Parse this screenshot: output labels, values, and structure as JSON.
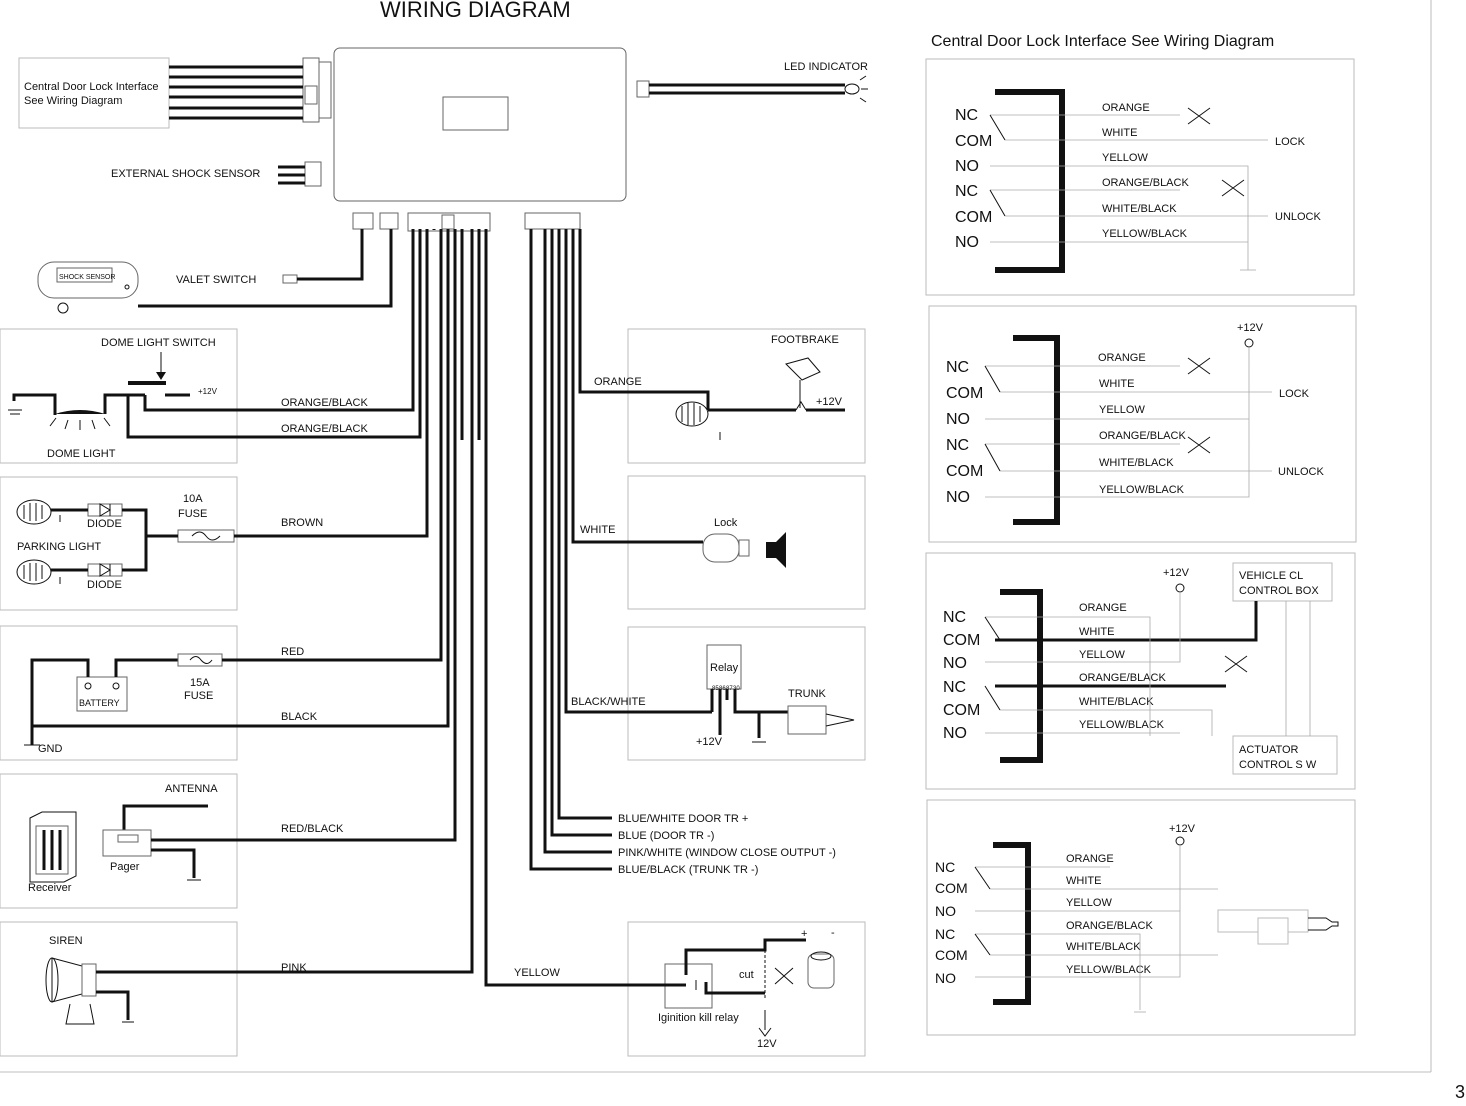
{
  "title": "WIRING DIAGRAM",
  "page_number": "3",
  "right_heading": "Central Door Lock Interface  See Wiring Diagram",
  "main_unit": {
    "cdl_box": [
      "Central Door Lock Interface",
      "See Wiring Diagram"
    ],
    "led": "LED INDICATOR",
    "ext_shock": "EXTERNAL SHOCK SENSOR",
    "shock_sensor": "SHOCK SENSOR",
    "valet": "VALET SWITCH"
  },
  "dome": {
    "switch": "DOME LIGHT SWITCH",
    "v12": "+12V",
    "light": "DOME LIGHT",
    "w1": "ORANGE/BLACK",
    "w2": "ORANGE/BLACK"
  },
  "parking": {
    "diode1": "DIODE",
    "diode2": "DIODE",
    "fuse": [
      "10A",
      "FUSE"
    ],
    "label": "PARKING LIGHT",
    "wire": "BROWN"
  },
  "battery": {
    "label": "BATTERY",
    "fuse": [
      "15A",
      "FUSE"
    ],
    "gnd": "GND",
    "w1": "RED",
    "w2": "BLACK"
  },
  "pager": {
    "antenna": "ANTENNA",
    "pager": "Pager",
    "receiver": "Receiver",
    "wire": "RED/BLACK"
  },
  "siren": {
    "label": "SIREN",
    "wire": "PINK"
  },
  "footbrake": {
    "label": "FOOTBRAKE",
    "wire": "ORANGE",
    "v12": "+12V"
  },
  "lock": {
    "label": "Lock",
    "wire": "WHITE"
  },
  "trunk": {
    "relay": "Relay",
    "trunk": "TRUNK",
    "wire": "BLACK/WHITE",
    "v12": "+12V",
    "pins": [
      "85",
      "86",
      "87",
      "30"
    ]
  },
  "outputs": [
    "BLUE/WHITE DOOR TR +",
    "BLUE (DOOR TR -)",
    "PINK/WHITE (WINDOW CLOSE OUTPUT -)",
    "BLUE/BLACK (TRUNK TR -)"
  ],
  "ignition": {
    "wire": "YELLOW",
    "plus": "+",
    "minus": "-",
    "cut": "cut",
    "label": "Iginition kill relay",
    "v12": "12V"
  },
  "relay_terms": [
    "NC",
    "COM",
    "NO",
    "NC",
    "COM",
    "NO"
  ],
  "relay_wires": [
    "ORANGE",
    "WHITE",
    "YELLOW",
    "ORANGE/BLACK",
    "WHITE/BLACK",
    "YELLOW/BLACK"
  ],
  "cdl1": {
    "lock": "LOCK",
    "unlock": "UNLOCK"
  },
  "cdl2": {
    "v12": "+12V",
    "lock": "LOCK",
    "unlock": "UNLOCK"
  },
  "cdl3": {
    "v12": "+12V",
    "vehicle": [
      "VEHICLE CL",
      "CONTROL BOX"
    ],
    "actuator": [
      "ACTUATOR",
      "CONTROL S W"
    ]
  },
  "cdl4": {
    "v12": "+12V"
  }
}
